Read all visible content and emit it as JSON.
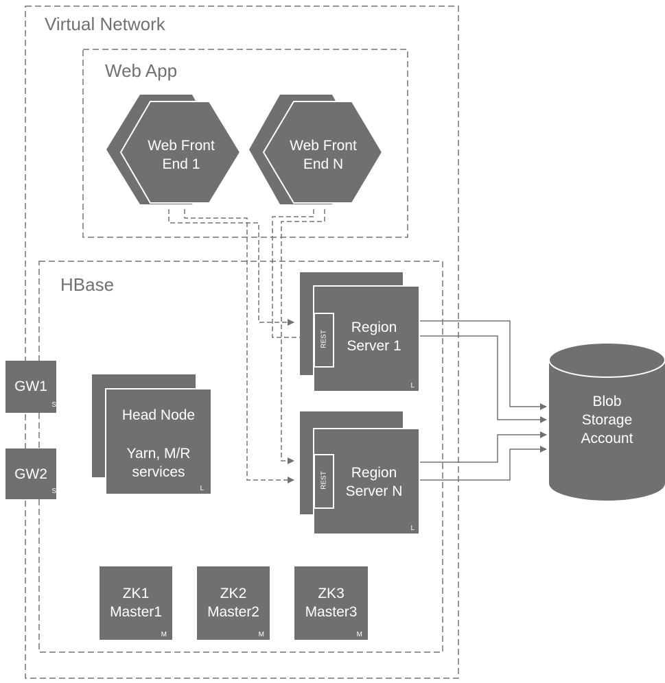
{
  "containers": {
    "virtual_network": "Virtual Network",
    "web_app": "Web App",
    "hbase": "HBase"
  },
  "web_front_ends": [
    {
      "line1": "Web Front",
      "line2": "End 1"
    },
    {
      "line1": "Web Front",
      "line2": "End N"
    }
  ],
  "region_servers": [
    {
      "line1": "Region",
      "line2": "Server 1",
      "rest": "REST",
      "tag": "L"
    },
    {
      "line1": "Region",
      "line2": "Server N",
      "rest": "REST",
      "tag": "L"
    }
  ],
  "head_node": {
    "title": "Head Node",
    "line1": "Yarn, M/R",
    "line2": "services",
    "tag": "L"
  },
  "gateways": [
    {
      "label": "GW1",
      "tag": "S"
    },
    {
      "label": "GW2",
      "tag": "S"
    }
  ],
  "zookeepers": [
    {
      "line1": "ZK1",
      "line2": "Master1",
      "tag": "M"
    },
    {
      "line1": "ZK2",
      "line2": "Master2",
      "tag": "M"
    },
    {
      "line1": "ZK3",
      "line2": "Master3",
      "tag": "M"
    }
  ],
  "storage": {
    "line1": "Blob",
    "line2": "Storage",
    "line3": "Account"
  },
  "colors": {
    "node_fill": "#707070",
    "line": "#707070",
    "text": "#ffffff",
    "background": "#ffffff"
  }
}
